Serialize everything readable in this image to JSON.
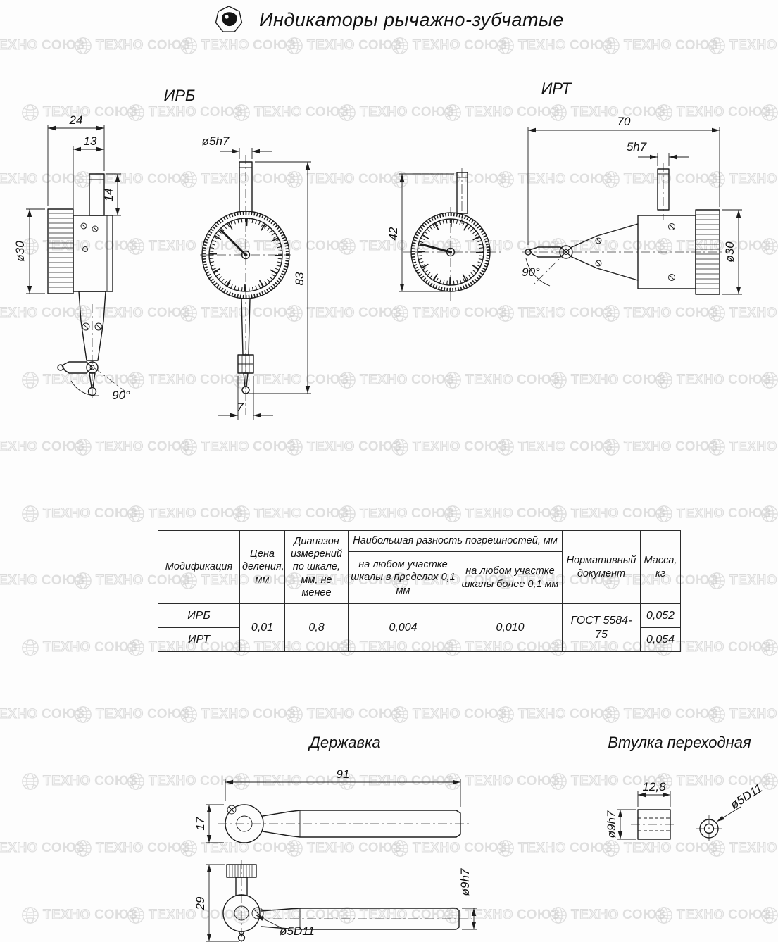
{
  "page": {
    "title": "Индикаторы рычажно-зубчатые",
    "watermark_part1": "ТЕХНО",
    "watermark_part2": "СОЮЗ"
  },
  "irb": {
    "label": "ИРБ",
    "dim_width_top": "24",
    "dim_width_inner": "13",
    "dim_stem_len": "14",
    "dim_body_dia": "ø30",
    "dim_angle": "90°",
    "dim_stem_dia": "ø5h7",
    "dim_height": "83",
    "dim_tip_width": "7"
  },
  "irt": {
    "label": "ИРТ",
    "dim_height": "42",
    "dim_length": "70",
    "dim_stem": "5h7",
    "dim_body_dia": "ø30",
    "dim_angle": "90°"
  },
  "derzhavka": {
    "label": "Державка",
    "dim_length": "91",
    "dim_height_top": "17",
    "dim_height_front": "29",
    "dim_rod_dia": "ø9h7",
    "dim_hole_dia": "ø5D11"
  },
  "vtulka": {
    "label": "Втулка переходная",
    "dim_outer_dia": "ø9h7",
    "dim_length": "12,8",
    "dim_hole_dia": "ø5D11"
  },
  "table": {
    "headers": {
      "modification": "Модификация",
      "division": "Цена деления, мм",
      "range": "Диапазон измерений по шкале, мм, не менее",
      "error_group": "Наибольшая разность погрешностей, мм",
      "error_within": "на любом участке шкалы в пределах 0,1 мм",
      "error_over": "на любом участке шкалы более 0,1 мм",
      "document": "Нормативный документ",
      "mass": "Масса, кг"
    },
    "shared": {
      "division": "0,01",
      "range": "0,8",
      "error_within": "0,004",
      "error_over": "0,010",
      "document": "ГОСТ 5584-75"
    },
    "rows": [
      {
        "modification": "ИРБ",
        "mass": "0,052"
      },
      {
        "modification": "ИРТ",
        "mass": "0,054"
      }
    ]
  }
}
